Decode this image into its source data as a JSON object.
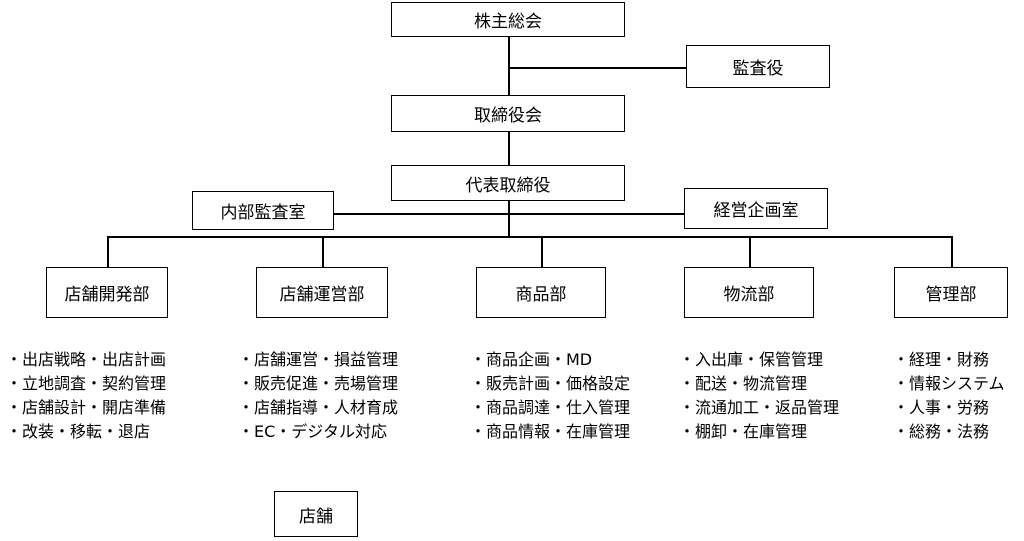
{
  "shareholders": "株主総会",
  "auditor": "監査役",
  "board": "取締役会",
  "ceo": "代表取締役",
  "internal_audit": "内部監査室",
  "planning": "経営企画室",
  "departments": [
    {
      "name": "店舗開発部",
      "duties": [
        "・出店戦略・出店計画",
        "・立地調査・契約管理",
        "・店舗設計・開店準備",
        "・改装・移転・退店"
      ]
    },
    {
      "name": "店舗運営部",
      "duties": [
        "・店舗運営・損益管理",
        "・販売促進・売場管理",
        "・店舗指導・人材育成",
        "・EC・デジタル対応"
      ]
    },
    {
      "name": "商品部",
      "duties": [
        "・商品企画・MD",
        "・販売計画・価格設定",
        "・商品調達・仕入管理",
        "・商品情報・在庫管理"
      ]
    },
    {
      "name": "物流部",
      "duties": [
        "・入出庫・保管管理",
        "・配送・物流管理",
        "・流通加工・返品管理",
        "・棚卸・在庫管理"
      ]
    },
    {
      "name": "管理部",
      "duties": [
        "・経理・財務",
        "・情報システム",
        "・人事・労務",
        "・総務・法務"
      ]
    }
  ],
  "store": "店舗"
}
